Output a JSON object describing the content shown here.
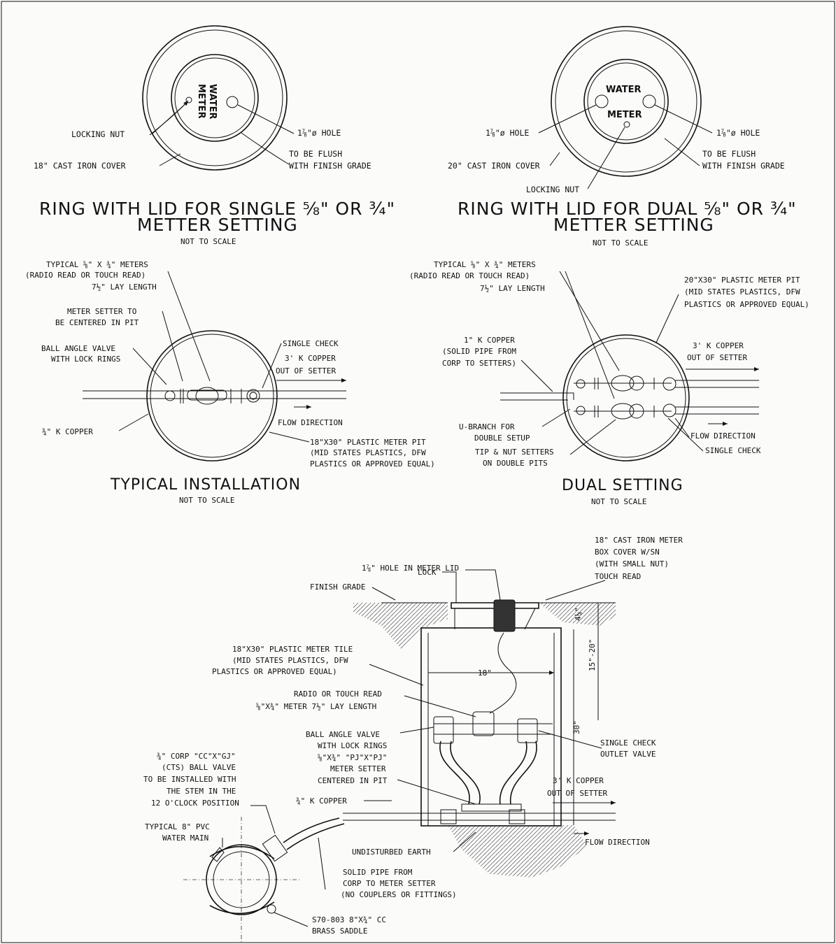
{
  "colors": {
    "ink": "#111111",
    "paper": "#fbfbfa",
    "hatch": "#555555"
  },
  "single_lid": {
    "lid_text_1": "WATER",
    "lid_text_2": "METER",
    "locking_nut": "LOCKING NUT",
    "hole": "1⅞\"ø HOLE",
    "cover": "18\" CAST IRON COVER",
    "flush_1": "TO BE FLUSH",
    "flush_2": "WITH FINISH GRADE",
    "title_1": "RING WITH LID FOR SINGLE ⅝\" OR ¾\"",
    "title_2": "METTER SETTING",
    "nts": "NOT TO SCALE"
  },
  "dual_lid": {
    "lid_text_1": "WATER",
    "lid_text_2": "METER",
    "hole_left": "1⅞\"ø HOLE",
    "hole_right": "1⅞\"ø HOLE",
    "cover": "20\" CAST IRON COVER",
    "flush_1": "TO BE FLUSH",
    "flush_2": "WITH FINISH GRADE",
    "locking_nut": "LOCKING NUT",
    "title_1": "RING WITH LID FOR DUAL ⅝\" OR ¾\"",
    "title_2": "METTER SETTING",
    "nts": "NOT TO SCALE"
  },
  "typical": {
    "meters_1": "TYPICAL ⅝\" X ¾\" METERS",
    "meters_2": "(RADIO READ OR TOUCH READ)",
    "meters_3": "7½\" LAY LENGTH",
    "setter_1": "METER SETTER TO",
    "setter_2": "BE CENTERED IN PIT",
    "ball_1": "BALL ANGLE VALVE",
    "ball_2": "WITH LOCK RINGS",
    "single_check": "SINGLE CHECK",
    "copper_out_1": "3' K COPPER",
    "copper_out_2": "OUT OF SETTER",
    "flow": "FLOW DIRECTION",
    "copper_in": "¾\" K COPPER",
    "pit_1": "18\"X30\" PLASTIC METER PIT",
    "pit_2": "(MID STATES PLASTICS, DFW",
    "pit_3": "PLASTICS OR APPROVED EQUAL)",
    "title": "TYPICAL INSTALLATION",
    "nts": "NOT TO SCALE"
  },
  "dual": {
    "meters_1": "TYPICAL ⅝\" X ¾\" METERS",
    "meters_2": "(RADIO READ OR TOUCH READ)",
    "meters_3": "7½\" LAY LENGTH",
    "pit_1": "20\"X30\" PLASTIC METER PIT",
    "pit_2": "(MID STATES PLASTICS, DFW",
    "pit_3": "PLASTICS OR APPROVED EQUAL)",
    "copper_1": "1\" K COPPER",
    "copper_2": "(SOLID PIPE FROM",
    "copper_3": "CORP TO SETTERS)",
    "copper_out_1": "3' K COPPER",
    "copper_out_2": "OUT OF SETTER",
    "ubranch_1": "U-BRANCH  FOR",
    "ubranch_2": "DOUBLE SETUP",
    "tip_1": "TIP & NUT SETTERS",
    "tip_2": "ON DOUBLE PITS",
    "flow": "FLOW DIRECTION",
    "single_check": "SINGLE CHECK",
    "title": "DUAL SETTING",
    "nts": "NOT TO SCALE"
  },
  "section": {
    "hole": "1⅞\" HOLE IN METER LID",
    "cover_1": "18\" CAST IRON METER",
    "cover_2": "BOX COVER W/SN",
    "cover_3": "(WITH SMALL NUT)",
    "cover_4": "TOUCH READ",
    "lock": "LOCK",
    "finish": "FINISH GRADE",
    "dim_top": "4¼\"",
    "dim_mid": "15\"-20\"",
    "dim_total": "30\"",
    "dim_width": "18\"",
    "tile_1": "18\"X30\" PLASTIC METER TILE",
    "tile_2": "(MID STATES PLASTICS, DFW",
    "tile_3": "PLASTICS OR APPROVED EQUAL)",
    "radio_1": "RADIO OR TOUCH READ",
    "radio_2": "⅝\"X¾\" METER 7½\" LAY LENGTH",
    "ball_1": "BALL ANGLE VALVE",
    "ball_2": "WITH LOCK RINGS",
    "check_1": "SINGLE CHECK",
    "check_2": "OUTLET VALVE",
    "setter_1": "⅝\"X¾\" \"PJ\"X\"PJ\"",
    "setter_2": "METER SETTER",
    "setter_3": "CENTERED IN PIT",
    "copper_in": "¾\" K COPPER",
    "copper_out_1": "3' K COPPER",
    "copper_out_2": "OUT OF SETTER",
    "flow": "FLOW DIRECTION",
    "earth": "UNDISTURBED EARTH"
  },
  "corp": {
    "valve_1": "¾\" CORP \"CC\"X\"GJ\"",
    "valve_2": "(CTS) BALL VALVE",
    "valve_3": "TO BE INSTALLED WITH",
    "valve_4": "THE STEM IN THE",
    "valve_5": "12 O'CLOCK POSITION",
    "main_1": "TYPICAL 8\" PVC",
    "main_2": "WATER MAIN",
    "pipe_1": "SOLID PIPE FROM",
    "pipe_2": "CORP TO METER SETTER",
    "pipe_3": "(NO COUPLERS OR FITTINGS)",
    "saddle_1": "S70-803 8\"X¾\" CC",
    "saddle_2": "BRASS SADDLE"
  }
}
